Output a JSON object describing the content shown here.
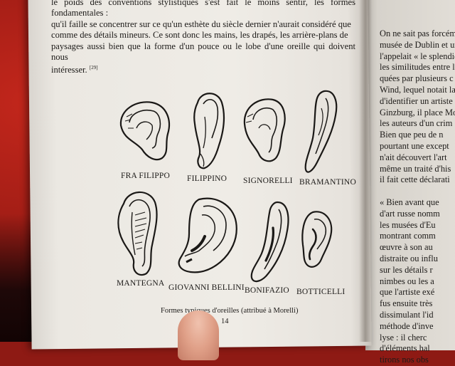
{
  "left_page": {
    "paragraph_lines": [
      "le poids des conventions stylistiques s'est fait le moins sentir, les formes fondamentales :",
      "qu'il faille se concentrer sur ce qu'un esthète du siècle dernier n'aurait considéré que",
      "comme des détails mineurs. Ce sont donc les mains, les drapés, les arrière-plans de",
      "paysages aussi bien que la forme d'un pouce ou le lobe d'une oreille qui doivent nous",
      "intéresser."
    ],
    "footnote_ref": "[29]",
    "figure_labels": {
      "row1": [
        "FRA FILIPPO",
        "FILIPPINO",
        "SIGNORELLI",
        "BRAMANTINO"
      ],
      "row2": [
        "MANTEGNA",
        "GIOVANNI BELLINI",
        "BONIFAZIO",
        "BOTTICELLI"
      ]
    },
    "caption": "Formes typiques d'oreilles (attribué à Morelli)",
    "page_number": "14"
  },
  "right_page": {
    "lines": [
      "On ne sait pas forcém",
      "musée de Dublin et un",
      "l'appelait « le splendide",
      "les similitudes entre le",
      "quées par plusieurs c",
      "Wind, lequel notait la",
      "d'identifier un artiste",
      "Ginzburg, il place Mo",
      "les auteurs d'un crim",
      "Bien que peu de n",
      "pourtant une except",
      "n'ait découvert l'art",
      "même un traité d'his",
      "il fait cette déclarati",
      "",
      "« Bien avant que",
      "d'art russe nomm",
      "les musées d'Eu",
      "montrant comm",
      "œuvre à son au",
      "distraite ou influ",
      "sur les détails r",
      "nimbes ou les a",
      "que l'artiste exé",
      "fus ensuite très",
      "dissimulant l'id",
      "méthode d'inve",
      "lyse : il cherc",
      "d'éléments hal",
      "tirons nos obs"
    ]
  }
}
